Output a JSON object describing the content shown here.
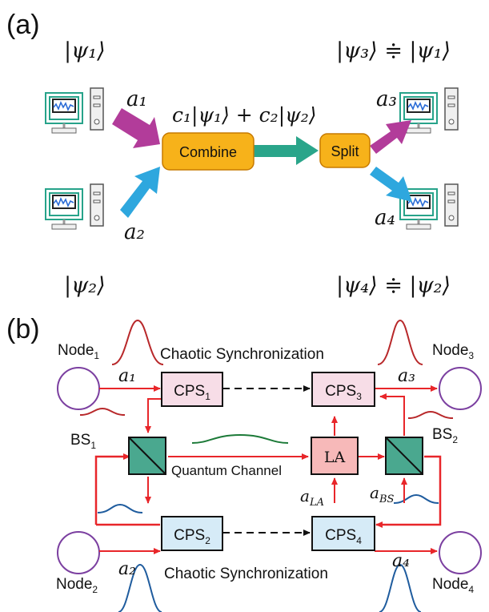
{
  "panel_a": {
    "label": "(a)",
    "states": {
      "psi1": "|ψ₁⟩",
      "psi2": "|ψ₂⟩",
      "psi3": "|ψ₃⟩ ≑ |ψ₁⟩",
      "psi4": "|ψ₄⟩ ≑ |ψ₂⟩",
      "superposition": "c₁|ψ₁⟩ + c₂|ψ₂⟩"
    },
    "modes": {
      "a1": "a₁",
      "a2": "a₂",
      "a3": "a₃",
      "a4": "a₄"
    },
    "boxes": {
      "combine": "Combine",
      "split": "Split"
    },
    "colors": {
      "box_fill": "#f7b21a",
      "box_stroke": "#c77a00",
      "arrow_magenta": "#b23c9a",
      "arrow_cyan": "#2ea7de",
      "arrow_teal": "#2aa58a",
      "computer_green": "#27a38a"
    },
    "icons": [
      "computer-icon",
      "computer-icon",
      "computer-icon",
      "computer-icon"
    ]
  },
  "panel_b": {
    "label": "(b)",
    "nodes": {
      "n1": {
        "name": "Node",
        "sub": "1"
      },
      "n2": {
        "name": "Node",
        "sub": "2"
      },
      "n3": {
        "name": "Node",
        "sub": "3"
      },
      "n4": {
        "name": "Node",
        "sub": "4"
      }
    },
    "cps": {
      "c1": {
        "name": "CPS",
        "sub": "1"
      },
      "c2": {
        "name": "CPS",
        "sub": "2"
      },
      "c3": {
        "name": "CPS",
        "sub": "3"
      },
      "c4": {
        "name": "CPS",
        "sub": "4"
      }
    },
    "bs": {
      "b1": {
        "name": "BS",
        "sub": "1"
      },
      "b2": {
        "name": "BS",
        "sub": "2"
      }
    },
    "la": "LA",
    "labels": {
      "chaotic_top": "Chaotic Synchronization",
      "chaotic_bottom": "Chaotic Synchronization",
      "quantum_channel": "Quantum Channel"
    },
    "modes": {
      "a1": "a₁",
      "a2": "a₂",
      "a3": "a₃",
      "a4": "a₄",
      "aLA": {
        "base": "a",
        "sub": "LA"
      },
      "aBS": {
        "base": "a",
        "sub": "BS"
      }
    },
    "colors": {
      "red_line": "#e8262a",
      "node_ring": "#7b3fa0",
      "cps_top_fill": "#f7dde7",
      "cps_bottom_fill": "#d6ebf7",
      "la_fill": "#f7b9b9",
      "bs_fill": "#4aa88f",
      "pulse_red": "#b8282a",
      "pulse_green": "#1c7a38",
      "pulse_blue": "#1f5c9e"
    }
  }
}
